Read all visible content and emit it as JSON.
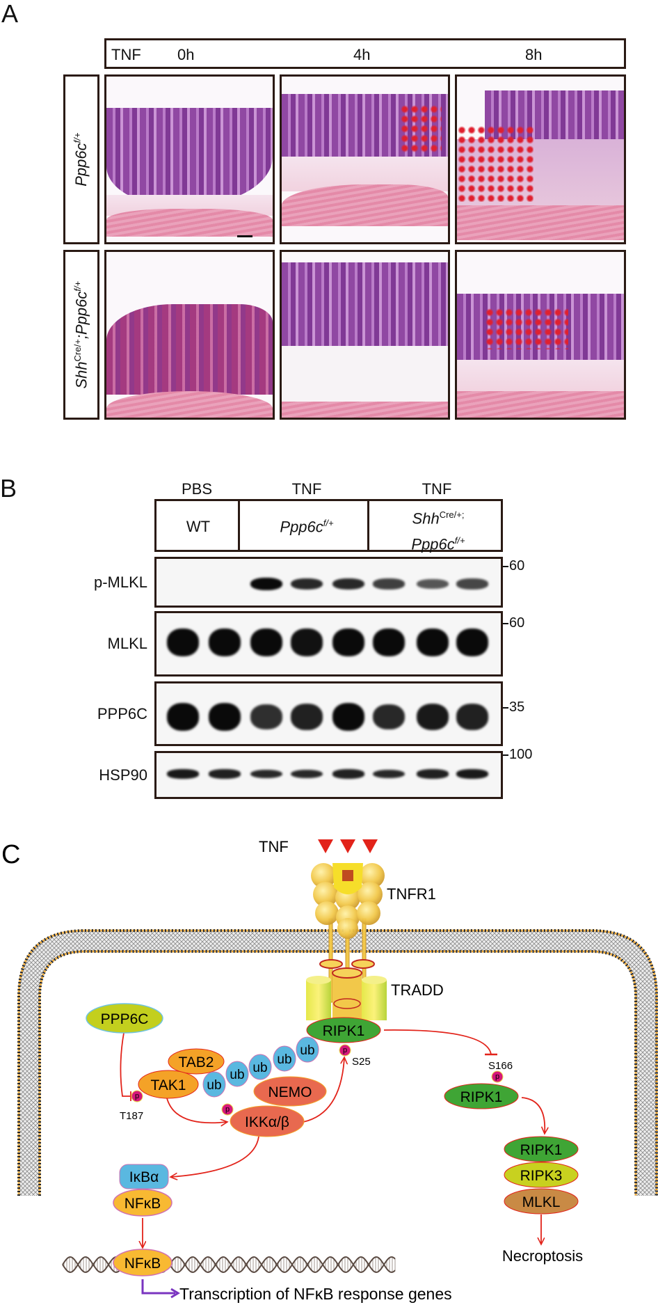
{
  "panel_a": {
    "letter": "A",
    "header": {
      "treatment": "TNF",
      "times": [
        "0h",
        "4h",
        "8h"
      ]
    },
    "rows": [
      {
        "label_gene": "Ppp6c",
        "label_sup": "f/+"
      },
      {
        "label_gene1": "Shh",
        "label_sup1": "Cre/+",
        "label_sep": ";",
        "label_gene2": "Ppp6c",
        "label_sup2": "f/+"
      }
    ]
  },
  "panel_b": {
    "letter": "B",
    "treatments": [
      "PBS",
      "TNF",
      "TNF"
    ],
    "groups": [
      {
        "label": "WT"
      },
      {
        "gene": "Ppp6c",
        "sup": "f/+"
      },
      {
        "gene1": "Shh",
        "sup1": "Cre/+;",
        "gene2": "Ppp6c",
        "sup2": "f/+"
      }
    ],
    "blots": [
      {
        "label": "p-MLKL",
        "marker": "60",
        "intensity": [
          0,
          0,
          1.0,
          0.8,
          0.8,
          0.65,
          0.5,
          0.6
        ]
      },
      {
        "label": "MLKL",
        "marker": "60",
        "intensity": [
          1,
          1,
          1,
          0.95,
          1,
          1,
          1,
          1
        ]
      },
      {
        "label": "PPP6C",
        "marker": "35",
        "intensity": [
          1,
          1,
          0.75,
          0.85,
          1,
          0.8,
          0.9,
          0.85
        ]
      },
      {
        "label": "HSP90",
        "marker": "100",
        "intensity": [
          0.9,
          0.85,
          0.8,
          0.8,
          0.85,
          0.8,
          0.85,
          0.9
        ]
      }
    ]
  },
  "panel_c": {
    "letter": "C",
    "ligand": "TNF",
    "receptor": "TNFR1",
    "adaptor": "TRADD",
    "ripk1_top": "RIPK1",
    "ppp6c": "PPP6C",
    "tab2": "TAB2",
    "tak1": "TAK1",
    "ub": [
      "ub",
      "ub",
      "ub",
      "ub",
      "ub"
    ],
    "nemo": "NEMO",
    "ikk": "IKKα/β",
    "p": "p",
    "site_t187": "T187",
    "site_s25": "S25",
    "site_s166": "S166",
    "ripk1_p": "RIPK1",
    "necrosome": [
      "RIPK1",
      "RIPK3",
      "MLKL"
    ],
    "ikba": "IκBα",
    "nfkb": "NFκB",
    "nfkb_dna": "NFκB",
    "outcome": "Necroptosis",
    "transcription": "Transcription of NFκB response genes",
    "colors": {
      "arrow": "#e2231a",
      "ripk1": "#3fa535",
      "ripk3": "#c8d11f",
      "mlkl": "#c98a45",
      "tak1": "#f4a227",
      "ub": "#5ab8e0",
      "nemo": "#e8694f",
      "ppp6c": "#c3cf1e",
      "phospho": "#d6187a",
      "transcription_arrow": "#7a35c0"
    }
  }
}
